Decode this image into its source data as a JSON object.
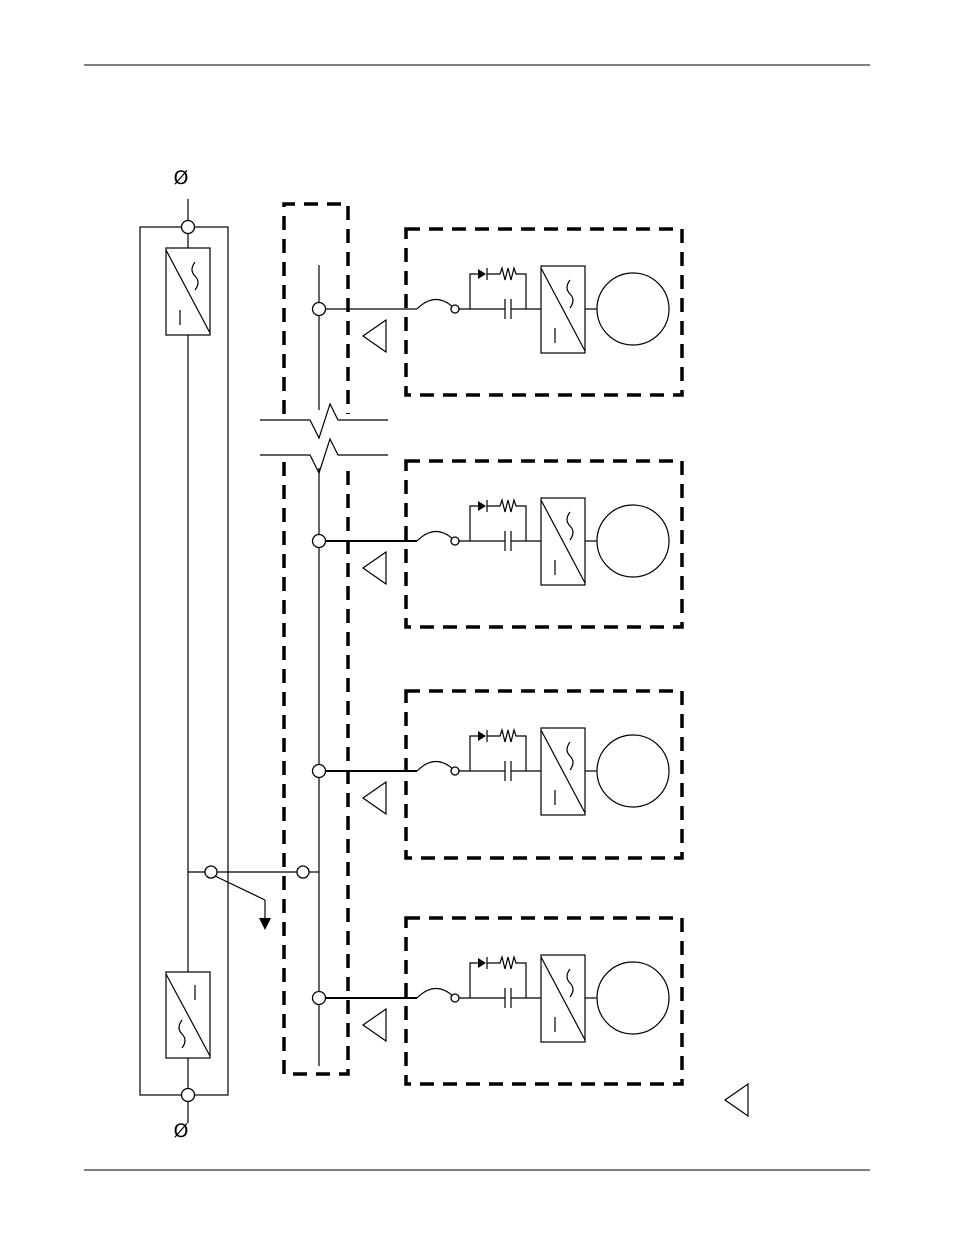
{
  "diagram": {
    "phase_symbol_top": "Ø",
    "phase_symbol_bottom": "Ø",
    "rectifier_ac_symbol": "~",
    "rectifier_dc_symbol": "—",
    "module_count": 4
  },
  "colors": {
    "ink": "#000000",
    "paper": "#ffffff"
  }
}
